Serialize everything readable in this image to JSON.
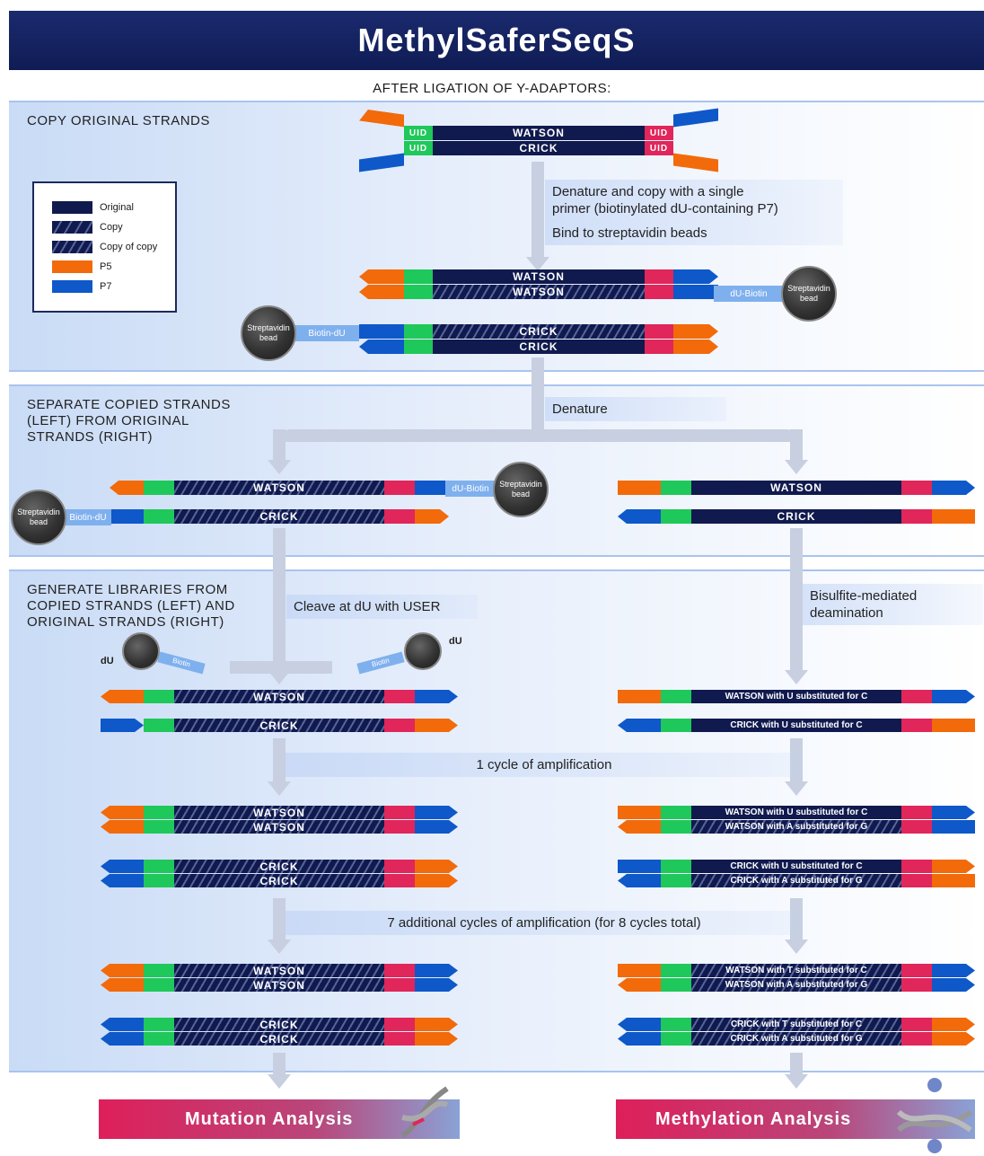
{
  "header": {
    "title": "MethylSaferSeqS"
  },
  "after_label": "AFTER LIGATION OF Y-ADAPTORS:",
  "sections": {
    "copy": "COPY ORIGINAL STRANDS",
    "separate": "SEPARATE COPIED STRANDS\n(LEFT) FROM ORIGINAL\nSTRANDS (RIGHT)",
    "generate": "GENERATE LIBRARIES FROM\nCOPIED STRANDS (LEFT) AND\nORIGINAL STRANDS (RIGHT)"
  },
  "legend": [
    {
      "label": "Original",
      "color": "#101a4e"
    },
    {
      "label": "Copy",
      "color": "#101a4e"
    },
    {
      "label": "Copy of copy",
      "color": "#101a4e"
    },
    {
      "label": "P5",
      "color": "#f26a0a"
    },
    {
      "label": "P7",
      "color": "#0e58c9"
    }
  ],
  "steps": {
    "denature_copy": "Denature and copy with a single\nprimer (biotinylated dU-containing P7)",
    "bind": "Bind to streptavidin beads",
    "denature": "Denature",
    "cleave": "Cleave at dU with USER",
    "bisulfite": "Bisulfite-mediated\ndeamination",
    "one_cycle": "1 cycle of amplification",
    "seven_cycles": "7 additional cycles of amplification (for 8 cycles total)"
  },
  "labels": {
    "uid": "UID",
    "watson": "WATSON",
    "crick": "CRICK",
    "streptavidin": "Streptavidin bead",
    "du_biotin": "dU-Biotin",
    "biotin_du": "Biotin-dU",
    "du": "dU",
    "biotin": "Biotin",
    "w_u_c": "WATSON with U substituted for C",
    "c_u_c": "CRICK with U substituted for C",
    "w_a_g": "WATSON with A substituted for G",
    "c_a_g": "CRICK with A substituted for G",
    "w_t_c": "WATSON with T substituted for C",
    "c_t_c": "CRICK with T substituted for C"
  },
  "results": {
    "mutation": "Mutation Analysis",
    "methylation": "Methylation Analysis"
  },
  "colors": {
    "p5": "#f26a0a",
    "p7": "#0e58c9",
    "uid_left": "#1fc85a",
    "uid_right": "#e0265a",
    "strand": "#101a4e"
  }
}
